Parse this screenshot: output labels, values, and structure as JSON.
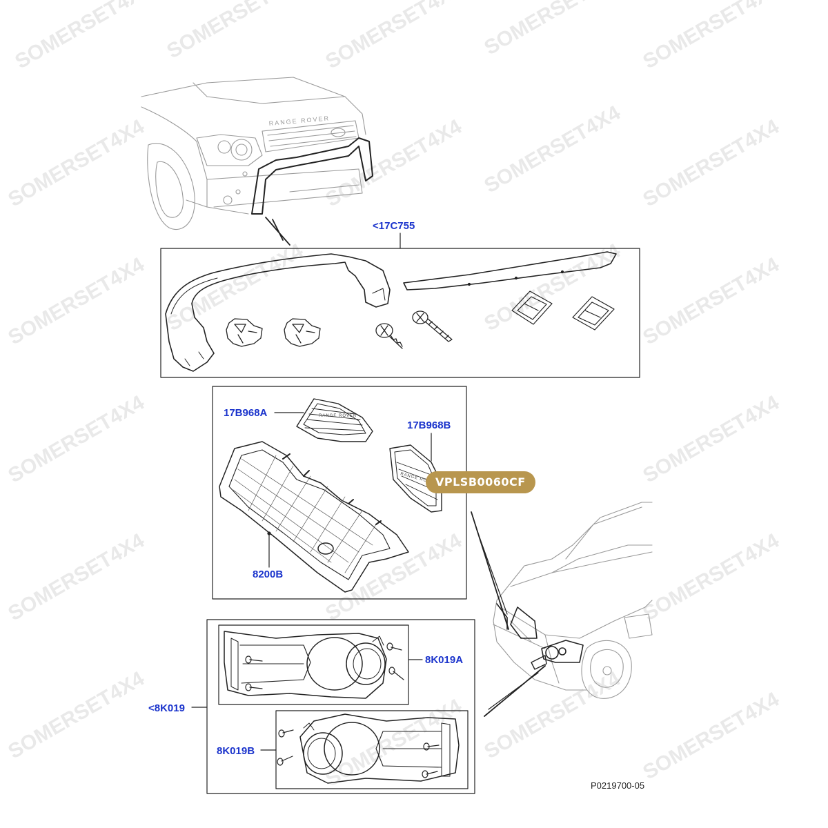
{
  "callouts": {
    "c17c755": "<17C755",
    "c17b968a": "17B968A",
    "c17b968b": "17B968B",
    "c8200b": "8200B",
    "c8k019a": "8K019A",
    "c8k019": "<8K019",
    "c8k019b": "8K019B"
  },
  "badge": {
    "text": "VPLSB0060CF",
    "color": "#b8964e"
  },
  "reference": "P0219700-05",
  "watermark": "SOMERSET4X4",
  "colors": {
    "callout": "#1a33cc",
    "line": "#222222",
    "light_line": "#9a9a9a"
  }
}
